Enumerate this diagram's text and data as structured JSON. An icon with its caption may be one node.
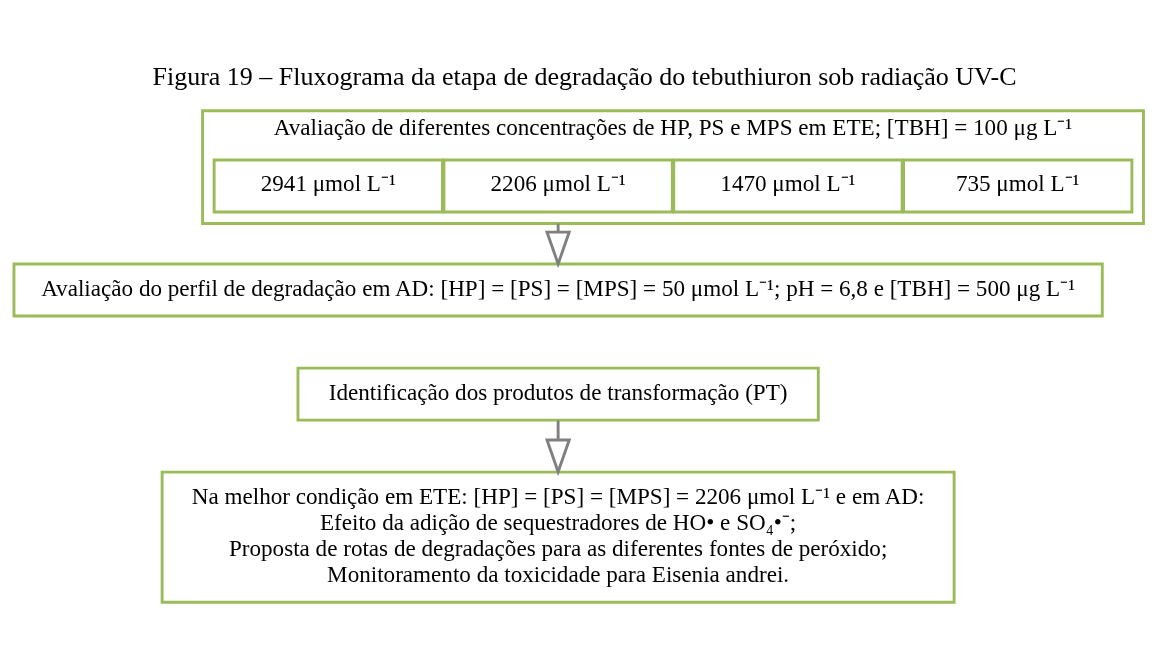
{
  "diagram": {
    "title": "Figura 19 – Fluxograma da etapa de degradação do tebuthiuron sob radiação UV-C",
    "nodes": [
      {
        "text": [
          "Avaliação de diferentes concentrações de HP, PS e MPS em ETE; [TBH] = 100 μg L⁻¹"
        ]
      },
      {
        "text": [
          "735 μmol L⁻¹"
        ],
        "in": 0
      },
      {
        "text": [
          "1470 μmol L⁻¹"
        ],
        "in": 0
      },
      {
        "text": [
          "2206 μmol L⁻¹"
        ],
        "in": 0
      },
      {
        "text": [
          "2941 μmol L⁻¹"
        ],
        "in": 0
      },
      {
        "text": [
          "Avaliação do perfil de degradação em AD: [HP] = [PS] = [MPS] = 50 μmol L⁻¹; pH = 6,8 e [TBH] = 500 μg L⁻¹"
        ]
      },
      {
        "text": [
          "Identificação dos produtos de transformação (PT)"
        ]
      },
      {
        "text": [
          "Na melhor condição em ETE: [HP] = [PS] = [MPS] = 2206 μmol L⁻¹ e em AD:",
          "Efeito da adição de sequestradores de HO• e SO₄•⁻;",
          "Proposta de rotas de degradações para as diferentes fontes de peróxido;",
          "Monitoramento da toxicidade para Eisenia andrei."
        ]
      }
    ],
    "edges": [
      {
        "from": 0,
        "to": 5,
        "arrow": "to"
      },
      {
        "from": 6,
        "to": 7,
        "arrow": "to"
      }
    ]
  }
}
